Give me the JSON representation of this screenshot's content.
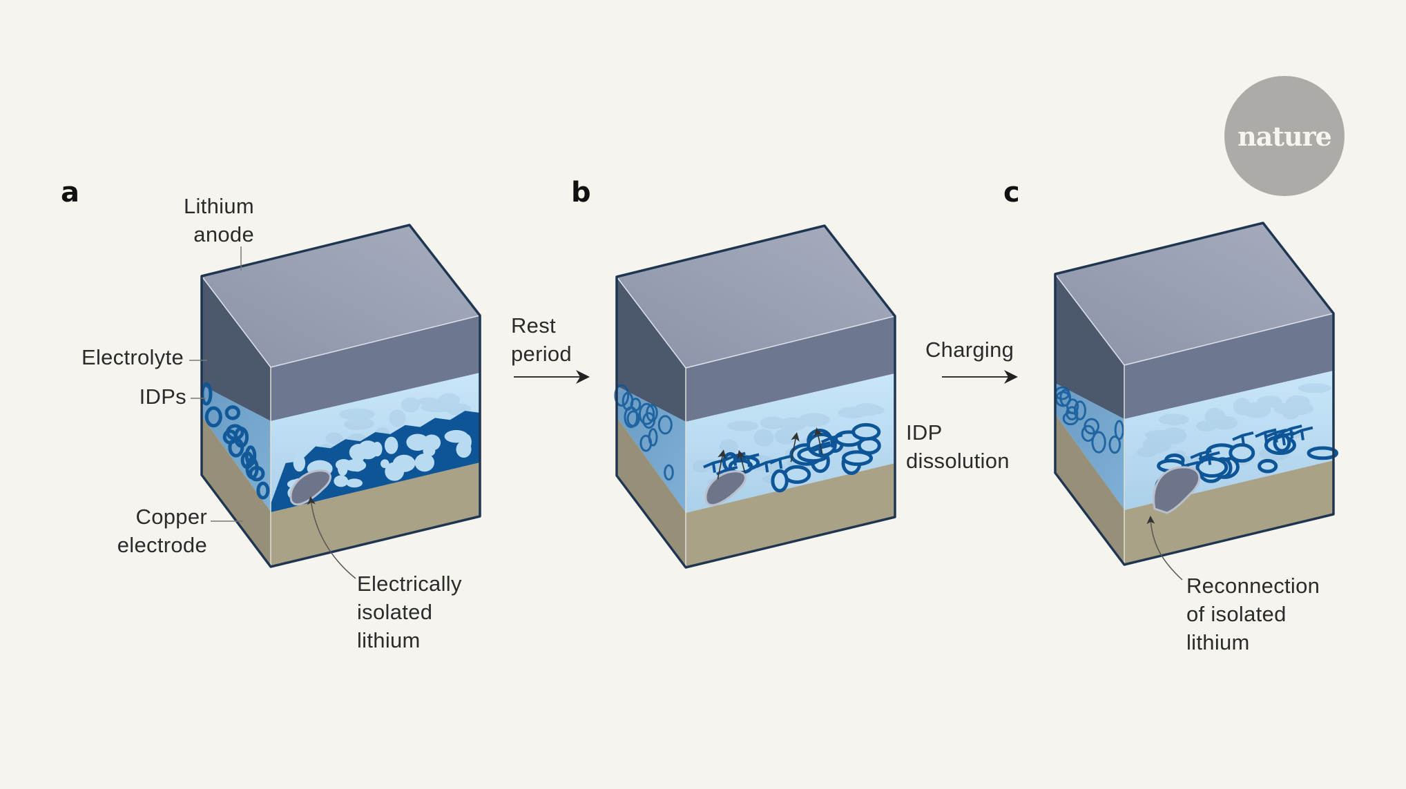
{
  "figure": {
    "publisher_logo": "nature",
    "panels": [
      {
        "letter": "a",
        "state": "initial",
        "labels": {
          "lithium_anode": "Lithium\nanode",
          "electrolyte": "Electrolyte",
          "idps": "IDPs",
          "copper_electrode": "Copper\nelectrode",
          "isolated_lithium": "Electrically\nisolated\nlithium"
        }
      },
      {
        "letter": "b",
        "state": "after-rest",
        "labels": {
          "idp_dissolution": "IDP\ndissolution"
        }
      },
      {
        "letter": "c",
        "state": "after-charging",
        "labels": {
          "reconnection": "Reconnection\nof isolated\nlithium"
        }
      }
    ],
    "transitions": [
      {
        "label": "Rest\nperiod",
        "icon": "arrow-right-icon"
      },
      {
        "label": "Charging",
        "icon": "arrow-right-icon"
      }
    ],
    "colors": {
      "background": "#f5f4ee",
      "anode_top": "#98a0b3",
      "anode_front": "#6d7890",
      "anode_side": "#4c586e",
      "electrolyte_front": "#c3e1f4",
      "electrolyte_side": "#6e9ec2",
      "idp_network": "#0d5597",
      "copper_front": "#a9a286",
      "copper_side": "#979079",
      "isolated_lithium": "#6c7589",
      "outline": "#1f3550",
      "logo_circle": "#acaba7"
    }
  }
}
